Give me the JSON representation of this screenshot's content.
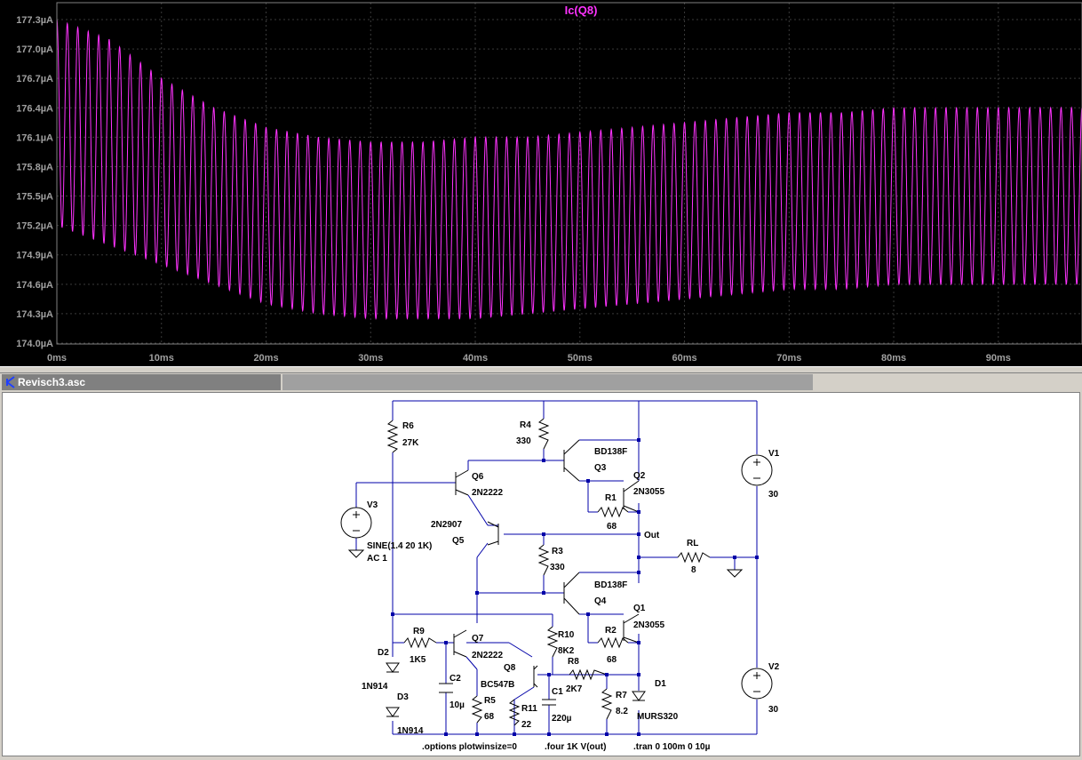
{
  "plot": {
    "trace_label": "Ic(Q8)",
    "y_ticks": [
      "177.3µA",
      "177.0µA",
      "176.7µA",
      "176.4µA",
      "176.1µA",
      "175.8µA",
      "175.5µA",
      "175.2µA",
      "174.9µA",
      "174.6µA",
      "174.3µA",
      "174.0µA"
    ],
    "x_ticks": [
      "0ms",
      "10ms",
      "20ms",
      "30ms",
      "40ms",
      "50ms",
      "60ms",
      "70ms",
      "80ms",
      "90ms"
    ],
    "colors": {
      "background": "#000000",
      "grid": "#3a3a3a",
      "trace": "#ff33ff",
      "axis_text": "#a0a0a0",
      "frame": "#808080"
    }
  },
  "chart_data": {
    "type": "line",
    "title": "Ic(Q8)",
    "xlabel": "",
    "ylabel": "",
    "xlim_ms": [
      0,
      98
    ],
    "ylim_uA": [
      174.0,
      177.3
    ],
    "grid": true,
    "series": [
      {
        "name": "Ic(Q8)",
        "signal": "1 kHz oscillation",
        "envelope_ms": [
          0,
          5,
          10,
          15,
          20,
          25,
          30,
          35,
          40,
          45,
          50,
          55,
          60,
          65,
          70,
          75,
          80,
          85,
          90,
          95,
          98
        ],
        "upper_uA": [
          177.3,
          177.1,
          176.7,
          176.4,
          176.2,
          176.1,
          176.05,
          176.05,
          176.1,
          176.1,
          176.15,
          176.2,
          176.25,
          176.3,
          176.35,
          176.35,
          176.4,
          176.4,
          176.4,
          176.4,
          176.4
        ],
        "lower_uA": [
          175.2,
          175.0,
          174.8,
          174.6,
          174.4,
          174.3,
          174.25,
          174.25,
          174.25,
          174.3,
          174.35,
          174.4,
          174.45,
          174.5,
          174.55,
          174.55,
          174.6,
          174.6,
          174.6,
          174.6,
          174.6
        ]
      }
    ]
  },
  "tab": {
    "title": "Revisch3.asc"
  },
  "schematic": {
    "components": {
      "R6": {
        "name": "R6",
        "value": "27K"
      },
      "R4": {
        "name": "R4",
        "value": "330"
      },
      "Q3": {
        "name": "Q3",
        "model": "BD138F"
      },
      "Q2": {
        "name": "Q2",
        "model": "2N3055"
      },
      "R1": {
        "name": "R1",
        "value": "68"
      },
      "Q6": {
        "name": "Q6",
        "model": "2N2222"
      },
      "V3": {
        "name": "V3",
        "value": "SINE(1.4 20 1K)",
        "ac": "AC 1"
      },
      "Q5": {
        "name": "Q5",
        "model": "2N2907"
      },
      "R3": {
        "name": "R3",
        "value": "330"
      },
      "Q4": {
        "name": "Q4",
        "model": "BD138F"
      },
      "Q1": {
        "name": "Q1",
        "model": "2N3055"
      },
      "R2": {
        "name": "R2",
        "value": "68"
      },
      "RL": {
        "name": "RL",
        "value": "8"
      },
      "V1": {
        "name": "V1",
        "value": "30"
      },
      "V2": {
        "name": "V2",
        "value": "30"
      },
      "R9": {
        "name": "R9",
        "value": "1K5"
      },
      "Q7": {
        "name": "Q7",
        "model": "2N2222"
      },
      "R10": {
        "name": "R10",
        "value": "8K2"
      },
      "D2": {
        "name": "D2",
        "model": "1N914"
      },
      "D3": {
        "name": "D3",
        "model": "1N914"
      },
      "C2": {
        "name": "C2",
        "value": "10µ"
      },
      "R5": {
        "name": "R5",
        "value": "68"
      },
      "Q8": {
        "name": "Q8",
        "model": "BC547B"
      },
      "R11": {
        "name": "R11",
        "value": "22"
      },
      "C1": {
        "name": "C1",
        "value": "220µ"
      },
      "R8": {
        "name": "R8",
        "value": "2K7"
      },
      "R7": {
        "name": "R7",
        "value": "8.2"
      },
      "D1": {
        "name": "D1",
        "model": "MURS320"
      }
    },
    "net_out": "Out",
    "directives": {
      "options": ".options plotwinsize=0",
      "four": ".four 1K V(out)",
      "tran": ".tran 0 100m 0 10µ"
    }
  }
}
